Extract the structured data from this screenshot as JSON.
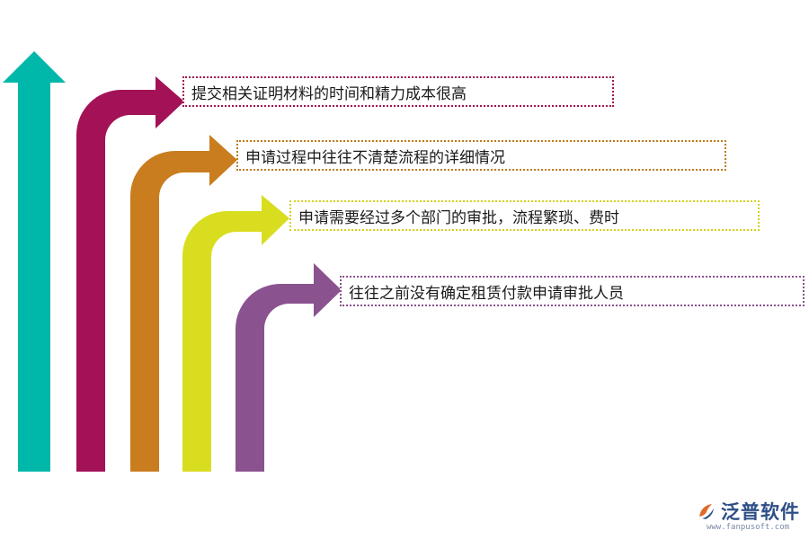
{
  "arrows": [
    {
      "id": "teal",
      "color": "#00b8aa"
    },
    {
      "id": "magenta",
      "color": "#a31257"
    },
    {
      "id": "orange",
      "color": "#c97d1f"
    },
    {
      "id": "yellow",
      "color": "#d9dd1f"
    },
    {
      "id": "purple",
      "color": "#8a5390"
    }
  ],
  "labels": [
    {
      "text": "提交相关证明材料的时间和精力成本很高"
    },
    {
      "text": "申请过程中往往不清楚流程的详细情况"
    },
    {
      "text": "申请需要经过多个部门的审批，流程繁琐、费时"
    },
    {
      "text": "往往之前没有确定租赁付款申请审批人员"
    }
  ],
  "watermark": {
    "name": "泛普软件",
    "url": "www.fanpusoft.com"
  }
}
